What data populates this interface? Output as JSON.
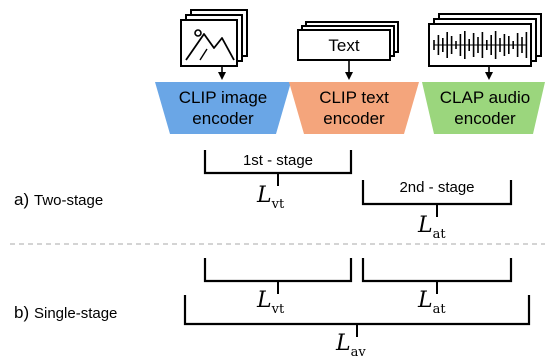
{
  "inputs": {
    "text_card_label": "Text"
  },
  "encoders": {
    "image": {
      "line1": "CLIP image",
      "line2": "encoder",
      "color": "#6aa6e6"
    },
    "text": {
      "line1": "CLIP text",
      "line2": "encoder",
      "color": "#f4a57c"
    },
    "audio": {
      "line1": "CLAP audio",
      "line2": "encoder",
      "color": "#9bd67d"
    }
  },
  "two_stage": {
    "label_prefix": "a)",
    "label": "Two-stage",
    "stage1_label": "1st - stage",
    "stage2_label": "2nd - stage",
    "loss_vt": {
      "symbol": "L",
      "subscript": "vt"
    },
    "loss_at": {
      "symbol": "L",
      "subscript": "at"
    }
  },
  "single_stage": {
    "label_prefix": "b)",
    "label": "Single-stage",
    "loss_vt": {
      "symbol": "L",
      "subscript": "vt"
    },
    "loss_at": {
      "symbol": "L",
      "subscript": "at"
    },
    "loss_av": {
      "symbol": "L",
      "subscript": "av"
    }
  },
  "colors": {
    "divider": "#bbbbbb",
    "line": "#000000"
  }
}
